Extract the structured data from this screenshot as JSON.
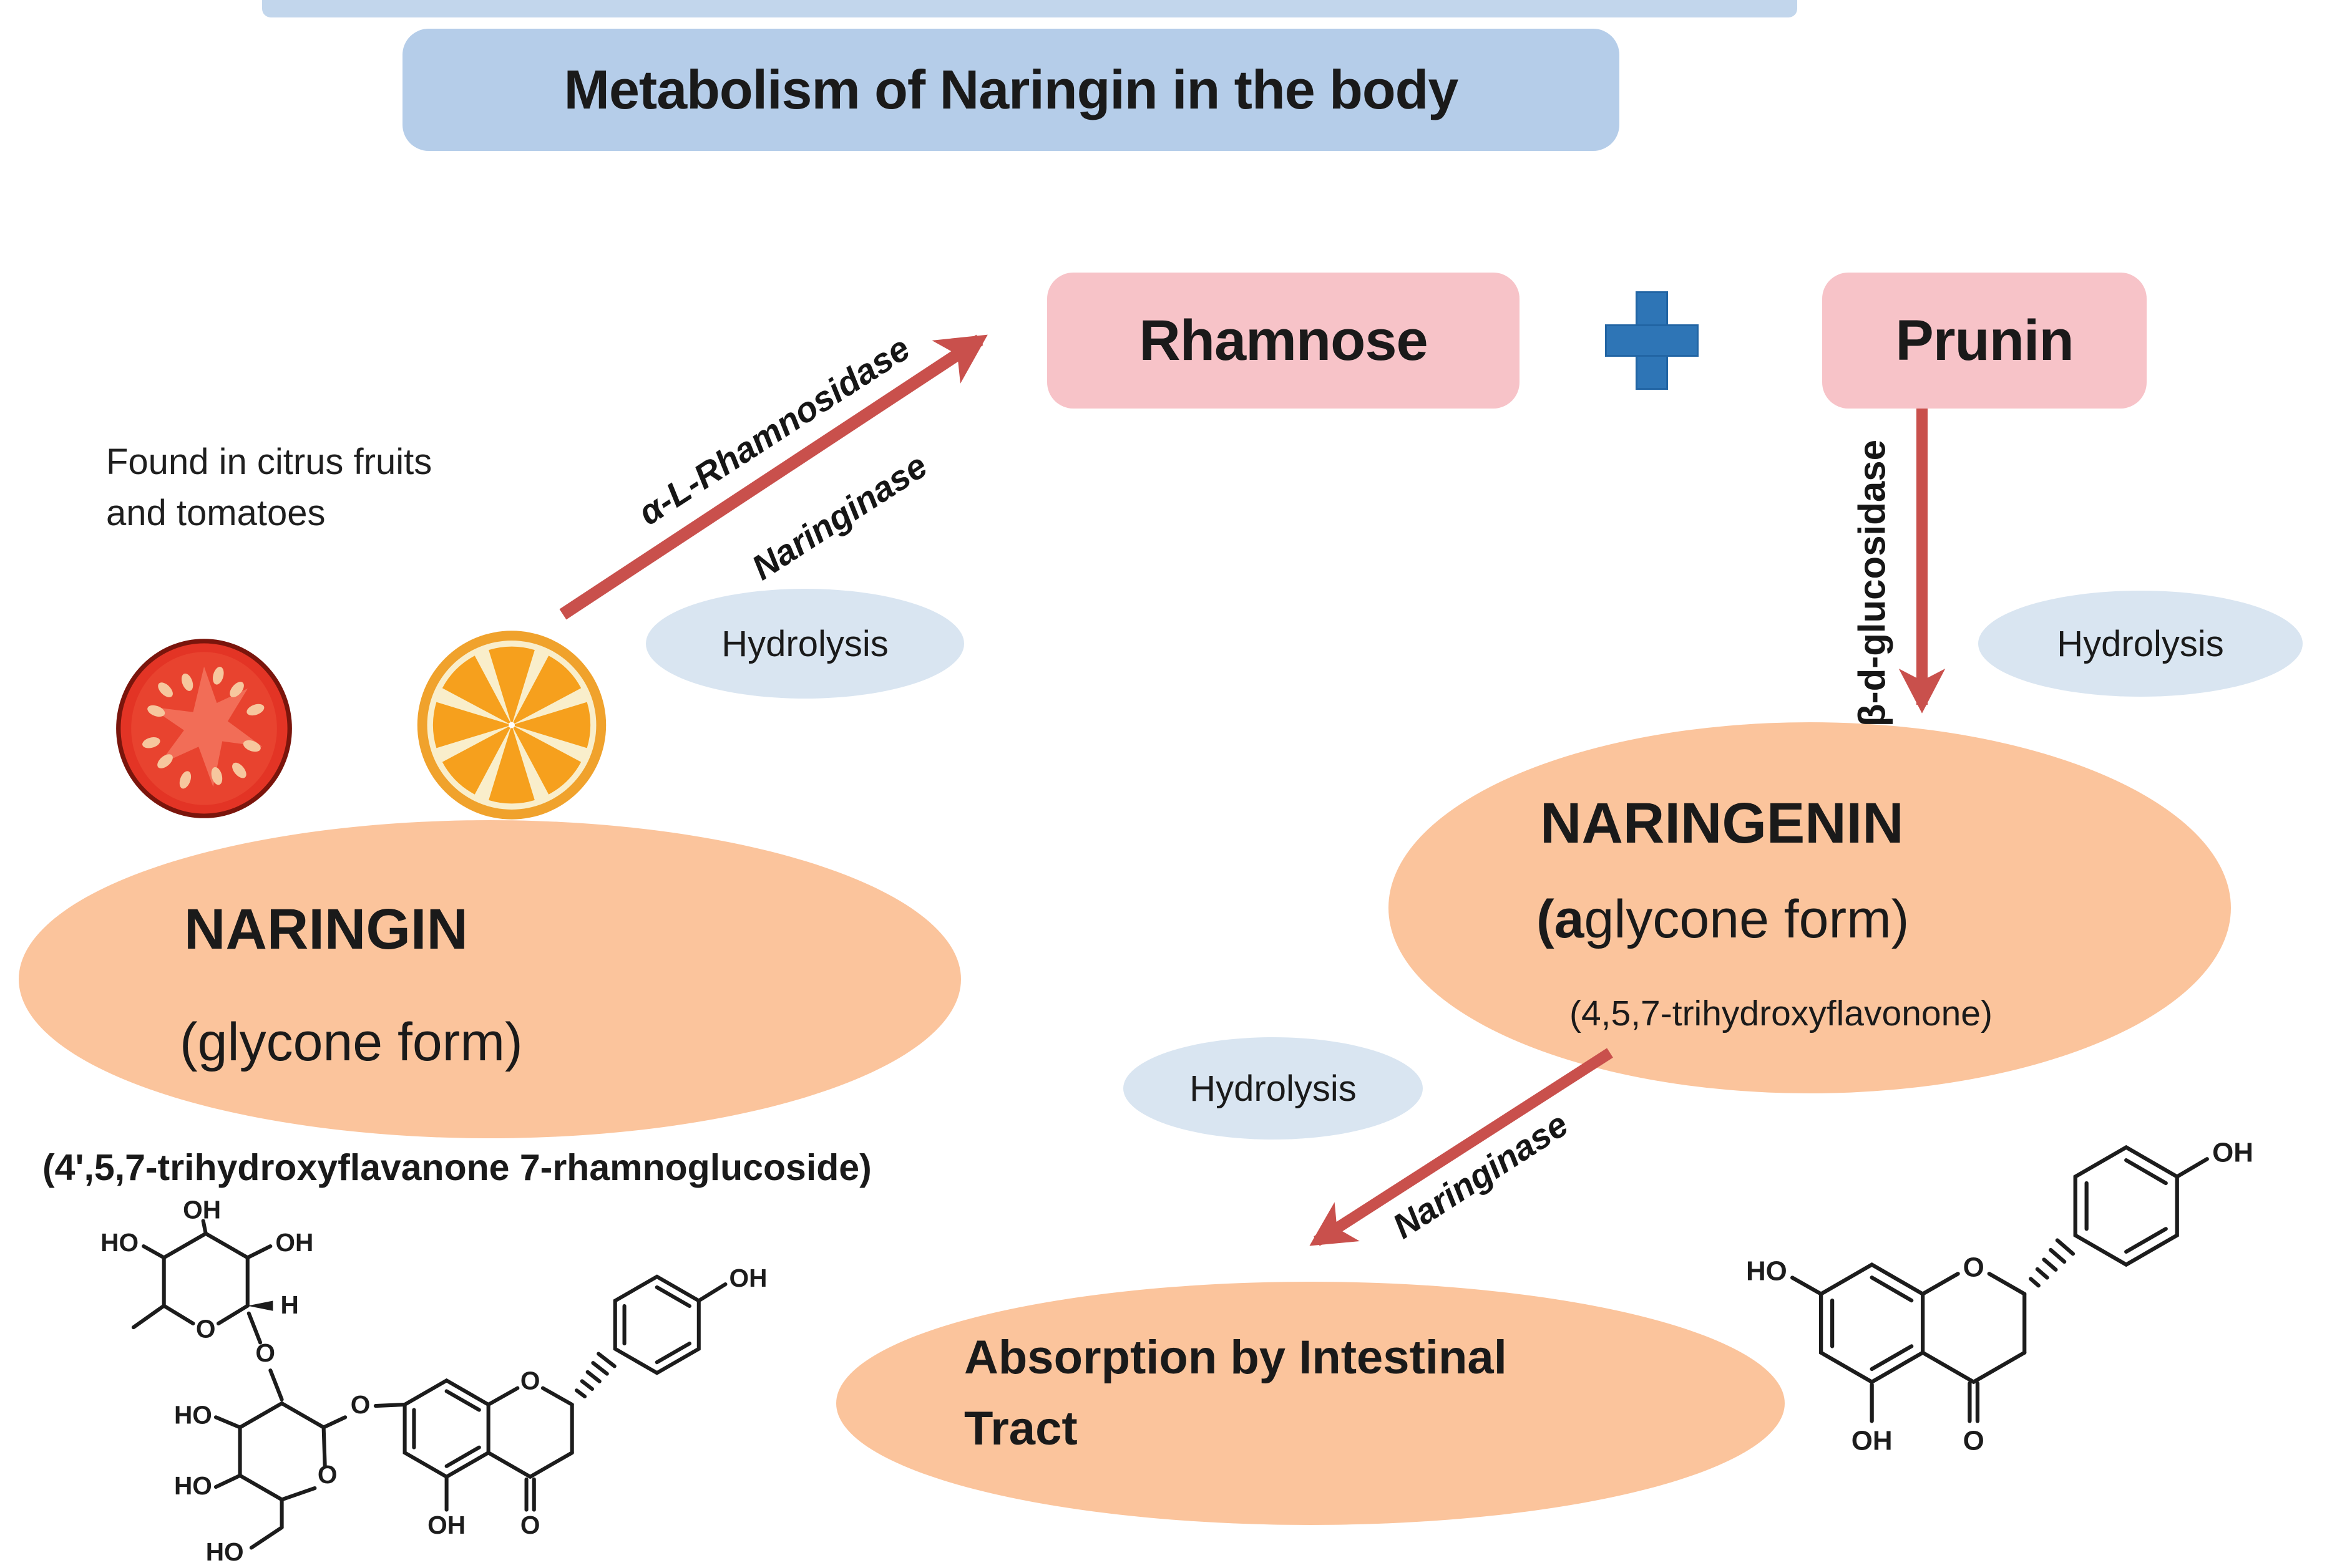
{
  "colors": {
    "title_bg": "#b5cde9",
    "top_strip": "#c2d6ec",
    "pink_box": "#f7c3c8",
    "plus_blue": "#2e75b6",
    "orange_ellipse": "#fbc49c",
    "hydrolysis_bg": "#d9e5f1",
    "arrow_red": "#c9504c",
    "ink": "#1a1a1a",
    "tomato_red": "#e33425",
    "orange_fruit": "#f6a01d"
  },
  "title": "Metabolism of Naringin in the body",
  "products": {
    "rhamnose": "Rhamnose",
    "prunin": "Prunin"
  },
  "icons": {
    "plus": "plus"
  },
  "source_note": {
    "line1": "Found in citrus fruits",
    "line2": "and tomatoes"
  },
  "enzymes": {
    "rhamnosidase": "α-L-Rhamnosidase",
    "naringinase_top": "Naringinase",
    "glucosidase": "β-d-glucosidase",
    "naringinase_bottom": "Naringinase"
  },
  "hydrolysis": {
    "left": "Hydrolysis",
    "right": "Hydrolysis",
    "bottom": "Hydrolysis"
  },
  "naringin": {
    "name": "NARINGIN",
    "form": "(glycone form)",
    "iupac": "(4',5,7-trihydroxyflavanone 7-rhamnoglucoside)"
  },
  "naringenin": {
    "name": "NARINGENIN",
    "form_bold": "(a",
    "form_rest": "glycone form)",
    "iupac": "(4,5,7-trihydroxyflavonone)"
  },
  "absorption": {
    "line1": "Absorption by Intestinal",
    "line2": "Tract"
  },
  "structures": {
    "naringin": {
      "labels": [
        "OH",
        "HO",
        "OH",
        "H",
        "O",
        "O",
        "HO",
        "O",
        "HO",
        "HO",
        "O",
        "O",
        "OH",
        "O",
        "OH"
      ]
    },
    "naringenin": {
      "labels": [
        "HO",
        "O",
        "OH",
        "OH",
        "O"
      ]
    }
  }
}
